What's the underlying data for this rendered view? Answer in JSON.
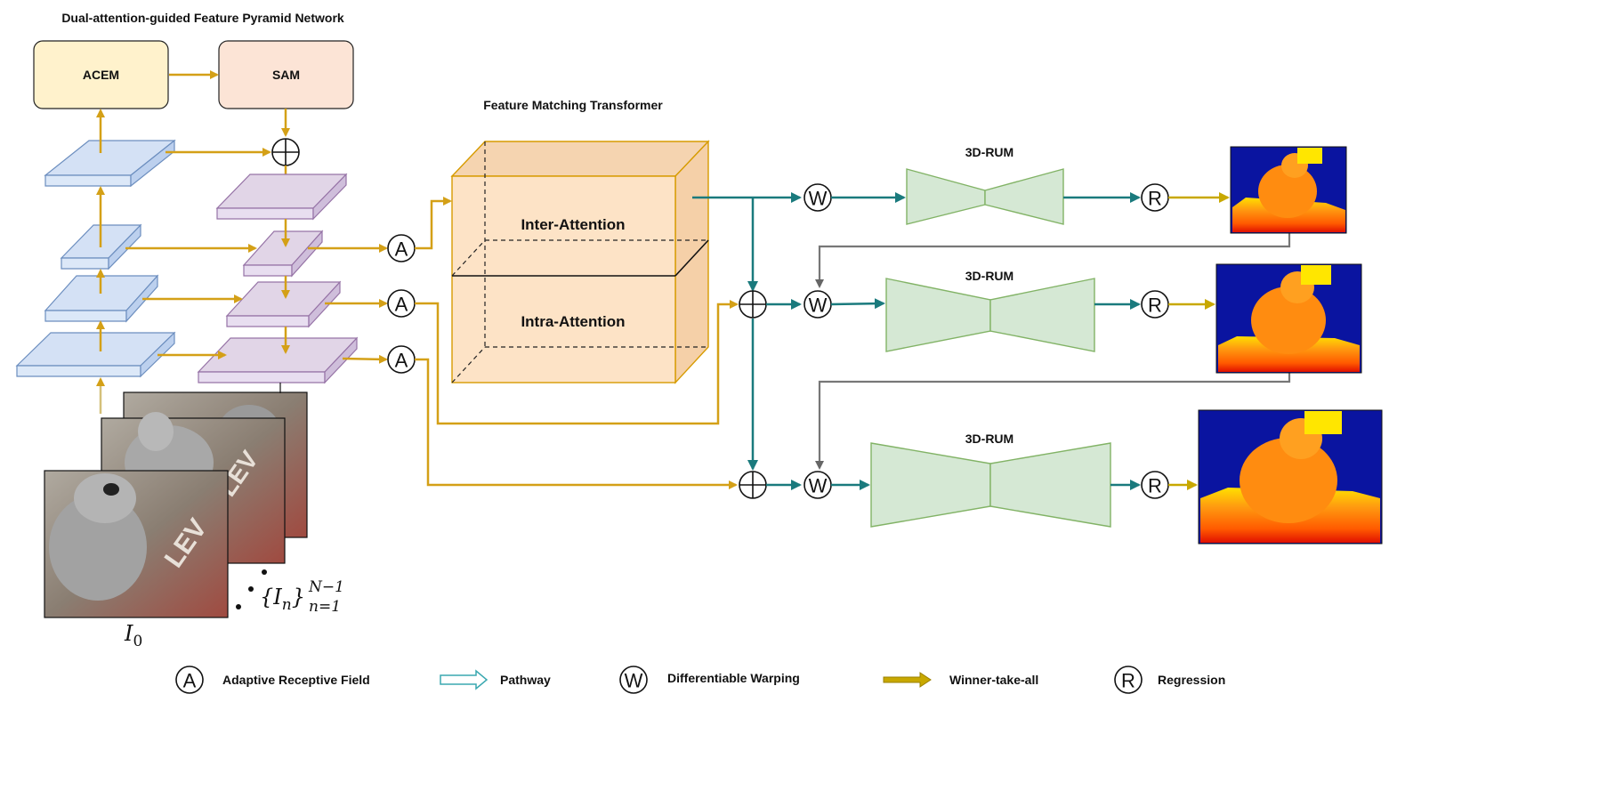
{
  "titles": {
    "dafpn": "Dual-attention-guided  Feature Pyramid Network",
    "fmt": "Feature Matching Transformer"
  },
  "modules": {
    "acem": "ACEM",
    "sam": "SAM",
    "inter_attention": "Inter-Attention",
    "intra_attention": "Intra-Attention",
    "rum": [
      "3D-RUM",
      "3D-RUM",
      "3D-RUM"
    ]
  },
  "symbols": {
    "adaptive": "A",
    "warp": "W",
    "regression": "R"
  },
  "math": {
    "ref_image": "I",
    "ref_image_sub": "0",
    "src_images": "{I",
    "src_images_n": "n",
    "src_images_close": "}",
    "src_images_sup": "N−1",
    "src_images_sub": "n=1"
  },
  "legend": [
    {
      "key": "A",
      "label": "Adaptive Receptive Field"
    },
    {
      "key": "pathway-arrow",
      "label": "Pathway"
    },
    {
      "key": "W",
      "label": "Differentiable Warping"
    },
    {
      "key": "wta-arrow",
      "label": "Winner-take-all"
    },
    {
      "key": "R",
      "label": "Regression"
    }
  ],
  "colors": {
    "gold": "#d4a017",
    "teal": "#1a7a7d",
    "gray": "#777777",
    "acem_fill": "#fff2cc",
    "sam_fill": "#fce4d6",
    "blue_fill": "#d4e1f5",
    "blue_stroke": "#6c8ebf",
    "purple_fill": "#e1d5e7",
    "purple_stroke": "#9673a6",
    "green_fill": "#d5e8d4",
    "green_stroke": "#82b366",
    "cube_fill": "#fde0c2",
    "cube_stroke": "#d79b00"
  }
}
